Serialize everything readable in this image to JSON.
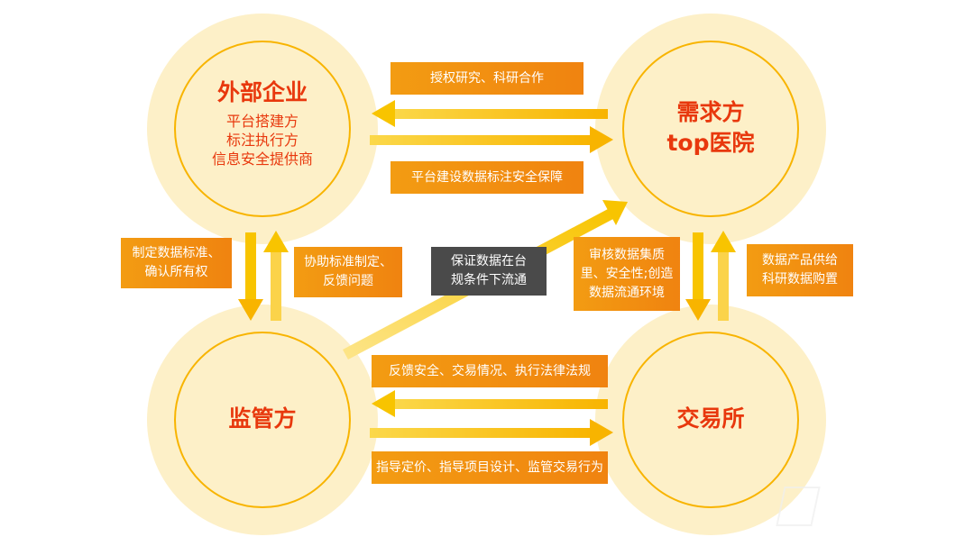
{
  "nodes": {
    "external": {
      "title": "外部企业",
      "roles": [
        "平台搭建方",
        "标注执行方",
        "信息安全提供商"
      ]
    },
    "demand": {
      "title_line1": "需求方",
      "title_line2": "top医院"
    },
    "regulator": {
      "title": "监管方"
    },
    "exchange": {
      "title": "交易所"
    }
  },
  "labels": {
    "authorize": "授权研究、科研合作",
    "platform_build": "平台建设数据标注安全保障",
    "standards_left_1": "制定数据标准、",
    "standards_left_2": "确认所有权",
    "assist_1": "协助标准制定、",
    "assist_2": "反馈问题",
    "compliance_1": "保证数据在台",
    "compliance_2": "规条件下流通",
    "review_1": "审核数据集质",
    "review_2": "里、安全性;创造",
    "review_3": "数据流通环境",
    "supply_1": "数据产品供给",
    "supply_2": "科研数据购置",
    "feedback": "反馈安全、交易情况、执行法律法规",
    "guide": "指导定价、指导项目设计、监管交易行为"
  },
  "colors": {
    "circle_fill": "#fdf0c8",
    "circle_ring": "#f8b400",
    "arrow": "#f8c400",
    "label_orange": "#f08310",
    "label_gray": "#4a4a4a",
    "title_red": "#e8380d"
  }
}
